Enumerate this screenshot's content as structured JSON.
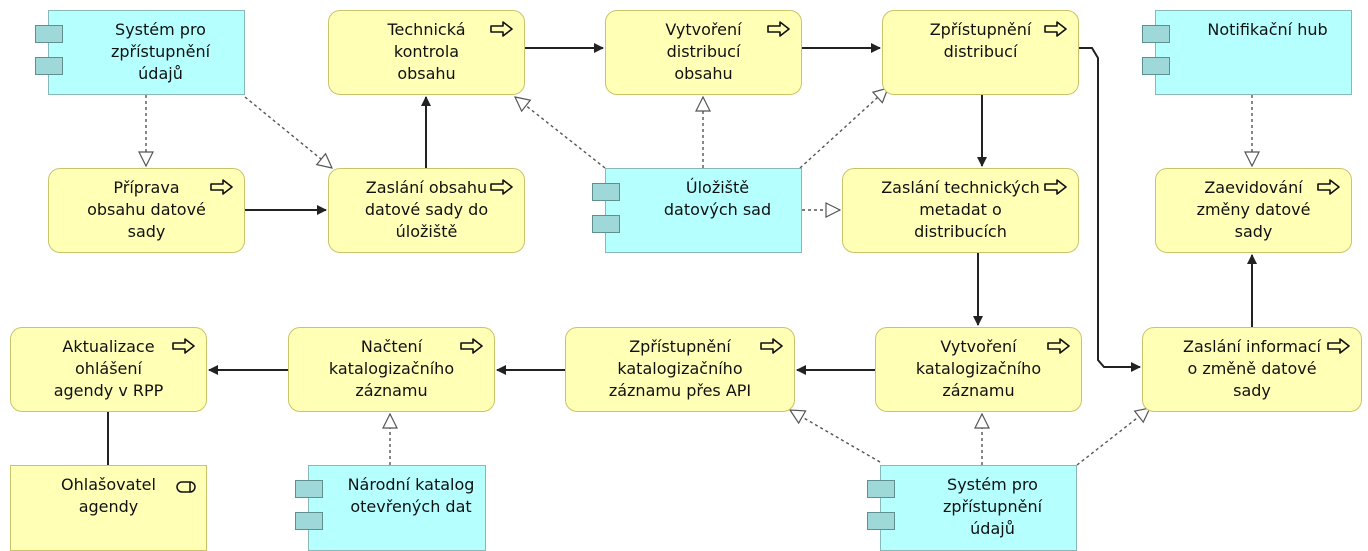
{
  "colors": {
    "process_fill": "#ffffb5",
    "component_fill": "#b5ffff",
    "edge": "#222222",
    "dotted_edge": "#555555"
  },
  "nodes": {
    "system_top": {
      "label": "Systém pro\nzpřístupnění\núdajů",
      "kind": "application-component"
    },
    "technical_check": {
      "label": "Technická\nkontrola\nobsahu",
      "kind": "process"
    },
    "create_distributions": {
      "label": "Vytvoření\ndistribucí\nobsahu",
      "kind": "process"
    },
    "publish_distributions": {
      "label": "Zpřístupnění\ndistribucí",
      "kind": "process"
    },
    "notification_hub": {
      "label": "Notifikační hub",
      "kind": "application-component"
    },
    "prepare_content": {
      "label": "Příprava\nobsahu datové\nsady",
      "kind": "process"
    },
    "send_content": {
      "label": "Zaslání obsahu\ndatové sady do\núložiště",
      "kind": "process"
    },
    "dataset_storage": {
      "label": "Úložiště\ndatových sad",
      "kind": "application-component"
    },
    "send_tech_metadata": {
      "label": "Zaslání technických\nmetadat o\ndistribucích",
      "kind": "process"
    },
    "record_change": {
      "label": "Zaevidování\nzměny datové\nsady",
      "kind": "process"
    },
    "update_report": {
      "label": "Aktualizace\nohlášení\nagendy v RPP",
      "kind": "process"
    },
    "load_catalog_record": {
      "label": "Načtení\nkatalogizačního\nzáznamu",
      "kind": "process"
    },
    "publish_catalog_api": {
      "label": "Zpřístupnění\nkatalogizačního\nzáznamu přes API",
      "kind": "process"
    },
    "create_catalog_record": {
      "label": "Vytvoření\nkatalogizačního\nzáznamu",
      "kind": "process"
    },
    "send_change_info": {
      "label": "Zaslání informací\no změně datové\nsady",
      "kind": "process"
    },
    "reporter": {
      "label": "Ohlašovatel\nagendy",
      "kind": "business-role"
    },
    "national_catalog": {
      "label": "Národní katalog\notevřených dat",
      "kind": "application-component"
    },
    "system_bottom": {
      "label": "Systém pro\nzpřístupnění\núdajů",
      "kind": "application-component"
    }
  },
  "edges": [
    {
      "from": "prepare_content",
      "to": "send_content",
      "type": "triggering"
    },
    {
      "from": "send_content",
      "to": "technical_check",
      "type": "triggering"
    },
    {
      "from": "technical_check",
      "to": "create_distributions",
      "type": "triggering"
    },
    {
      "from": "create_distributions",
      "to": "publish_distributions",
      "type": "triggering"
    },
    {
      "from": "publish_distributions",
      "to": "send_tech_metadata",
      "type": "triggering"
    },
    {
      "from": "publish_distributions",
      "to": "send_change_info",
      "type": "triggering"
    },
    {
      "from": "send_tech_metadata",
      "to": "create_catalog_record",
      "type": "triggering"
    },
    {
      "from": "create_catalog_record",
      "to": "publish_catalog_api",
      "type": "triggering"
    },
    {
      "from": "publish_catalog_api",
      "to": "load_catalog_record",
      "type": "triggering"
    },
    {
      "from": "load_catalog_record",
      "to": "update_report",
      "type": "triggering"
    },
    {
      "from": "send_change_info",
      "to": "record_change",
      "type": "triggering"
    },
    {
      "from": "update_report",
      "to": "reporter",
      "type": "assignment"
    },
    {
      "from": "system_top",
      "to": "prepare_content",
      "type": "realization"
    },
    {
      "from": "system_top",
      "to": "send_content",
      "type": "realization"
    },
    {
      "from": "dataset_storage",
      "to": "technical_check",
      "type": "realization"
    },
    {
      "from": "dataset_storage",
      "to": "create_distributions",
      "type": "realization"
    },
    {
      "from": "dataset_storage",
      "to": "publish_distributions",
      "type": "realization"
    },
    {
      "from": "dataset_storage",
      "to": "send_tech_metadata",
      "type": "realization"
    },
    {
      "from": "notification_hub",
      "to": "record_change",
      "type": "realization"
    },
    {
      "from": "national_catalog",
      "to": "load_catalog_record",
      "type": "realization"
    },
    {
      "from": "system_bottom",
      "to": "publish_catalog_api",
      "type": "realization"
    },
    {
      "from": "system_bottom",
      "to": "create_catalog_record",
      "type": "realization"
    },
    {
      "from": "system_bottom",
      "to": "send_change_info",
      "type": "realization"
    }
  ]
}
